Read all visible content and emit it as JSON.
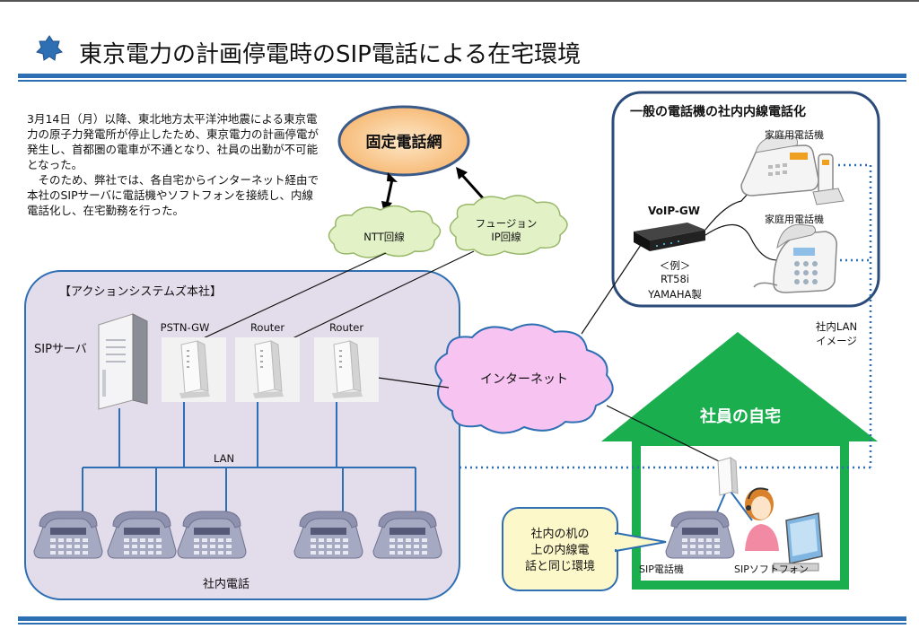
{
  "title": "東京電力の計画停電時のSIP電話による在宅環境",
  "intro": {
    "p1": "3月14日（月）以降、東北地方太平洋沖地震による東京電力の原子力発電所が停止したため、東京電力の計画停電が発生し、首都圏の電車が不通となり、社員の出勤が不可能となった。",
    "p2": "そのため、弊社では、各自宅からインターネット経由で本社のSIPサーバに電話機やソフトフォンを接続し、内線電話化し、在宅勤務を行った。"
  },
  "fixed_network": "固定電話網",
  "ntt_line": "NTT回線",
  "fusion_line": {
    "line1": "フュージョン",
    "line2": "IP回線"
  },
  "hq": {
    "label": "【アクションシステムズ本社】",
    "sip_server": "SIPサーバ",
    "pstn_gw": "PSTN-GW",
    "router1": "Router",
    "router2": "Router",
    "lan": "LAN",
    "office_phones": "社内電話"
  },
  "internet": "インターネット",
  "general_phone": {
    "title": "一般の電話機の社内内線電話化",
    "home_phone_1": "家庭用電話機",
    "home_phone_2": "家庭用電話機",
    "voip_gw": "VoIP-GW",
    "example": {
      "line1": "＜例＞",
      "line2": "RT58i",
      "line3": "YAMAHA製"
    }
  },
  "lan_image": {
    "line1": "社内LAN",
    "line2": "イメージ"
  },
  "home": {
    "title": "社員の自宅",
    "sip_phone": "SIP電話機",
    "sip_softphone": "SIPソフトフォン"
  },
  "callout": {
    "line1": "社内の机の",
    "line2": "上の内線電",
    "line3": "話と同じ環境"
  },
  "colors": {
    "accent_blue": "#2e6fb4",
    "hq_fill": "#e3dcea",
    "fixed_network_fill": "#fbd7a6",
    "cloud_green": "#e3f1c7",
    "cloud_pink": "#f7c3f1",
    "house_green": "#1aae4f",
    "callout_fill": "#fdf8c9"
  }
}
